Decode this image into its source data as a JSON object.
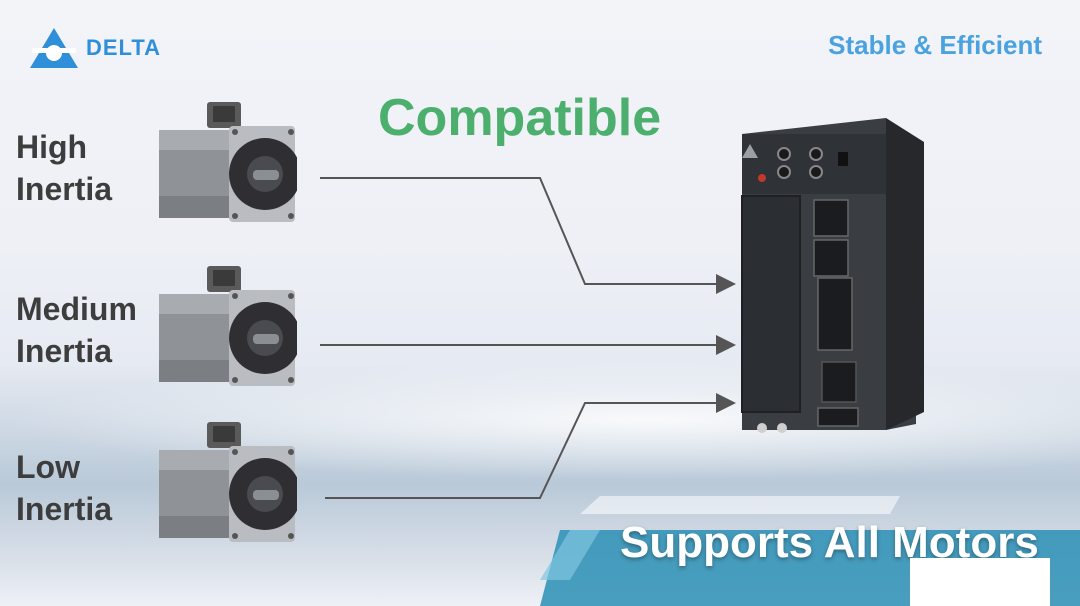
{
  "brand": {
    "logo_text": "DELTA",
    "color": "#2f8fd8"
  },
  "tagline": "Stable & Efficient",
  "headline": "Compatible",
  "motors": [
    {
      "line1": "High",
      "line2": "Inertia"
    },
    {
      "line1": "Medium",
      "line2": "Inertia"
    },
    {
      "line1": "Low",
      "line2": "Inertia"
    }
  ],
  "banner": "Supports All Motors",
  "colors": {
    "headline": "#4caf6e",
    "tagline": "#4aa3e0",
    "arrow": "#555555",
    "banner": "#2b8fb5"
  }
}
